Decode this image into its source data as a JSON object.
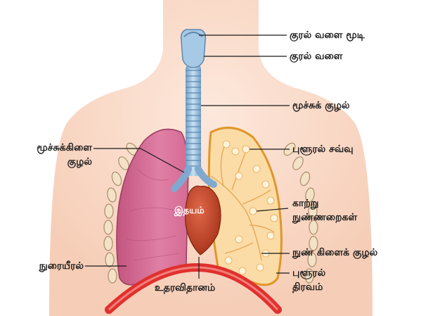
{
  "labels": {
    "epiglottis": "குரல் வளை மூடி",
    "larynx": "குரல் வளை",
    "trachea": "மூச்சுக் குழல்",
    "bronchus_line1": "மூச்சுக்கிளை",
    "bronchus_line2": "குழல்",
    "pleural_membrane": "புளூரல் சவ்வு",
    "alveoli_line1": "காற்று",
    "alveoli_line2": "நுண்ணறைகள்",
    "bronchioles": "நுண் கிளைக் குழல்",
    "pleural_fluid_line1": "புளூரல்",
    "pleural_fluid_line2": "திரவம்",
    "lung": "நுரையீரல்",
    "diaphragm": "உதரவிதானம்",
    "heart": "இதயம்"
  },
  "colors": {
    "skin": "#f9dccb",
    "lung_left": "#d9709a",
    "lung_right": "#fbd79a",
    "trachea": "#9ec3e0",
    "heart": "#c8462a",
    "diaphragm": "#e0302e",
    "rib": "#f3e2c6"
  }
}
